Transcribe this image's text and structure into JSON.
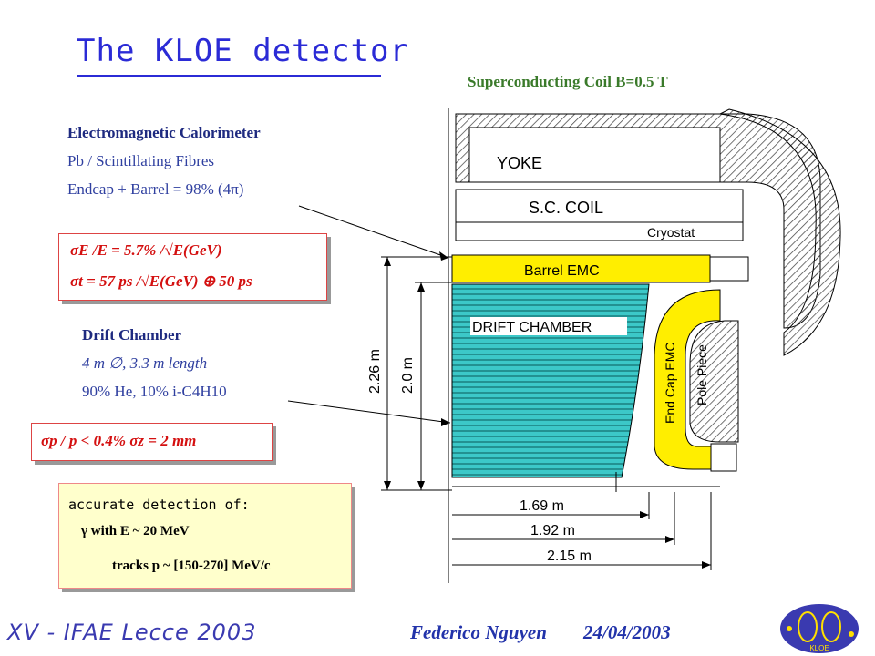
{
  "slide": {
    "title": "The KLOE detector",
    "coil_label": "Superconducting Coil B=0.5 T",
    "emc": {
      "heading": "Electromagnetic Calorimeter",
      "line1": "Pb / Scintillating Fibres",
      "line2": "Endcap + Barrel = 98% (4π)"
    },
    "emc_resolution": {
      "energy": "σE /E = 5.7% /√E(GeV)",
      "time": "σt = 57 ps /√E(GeV)  ⊕  50 ps"
    },
    "dc": {
      "heading": "Drift Chamber",
      "line1": "4 m ∅, 3.3 m length",
      "line2": "90% He, 10% i-C4H10"
    },
    "dc_resolution": "σp / p < 0.4%   σz = 2 mm",
    "detection": {
      "heading": "accurate detection of:",
      "gamma": "γ    with E ~ 20 MeV",
      "tracks": "tracks p ~ [150-270] MeV/c"
    },
    "footer": {
      "conference": "XV - IFAE Lecce 2003",
      "author": "Federico Nguyen",
      "date": "24/04/2003",
      "logo_text": "KLOE"
    },
    "diagram": {
      "yoke": "YOKE",
      "coil": "S.C.  COIL",
      "cryostat": "Cryostat",
      "barrel": "Barrel EMC",
      "drift": "DRIFT CHAMBER",
      "endcap": "End Cap EMC",
      "pole": "Pole Piece",
      "dim_226": "2.26 m",
      "dim_20": "2.0 m",
      "dim_169": "1.69 m",
      "dim_192": "1.92 m",
      "dim_215": "2.15 m"
    }
  },
  "colors": {
    "title": "#2b2bd6",
    "barrel": "#ffee00",
    "chamber": "#3cc8c8",
    "coil_label": "#3a7a2a"
  }
}
